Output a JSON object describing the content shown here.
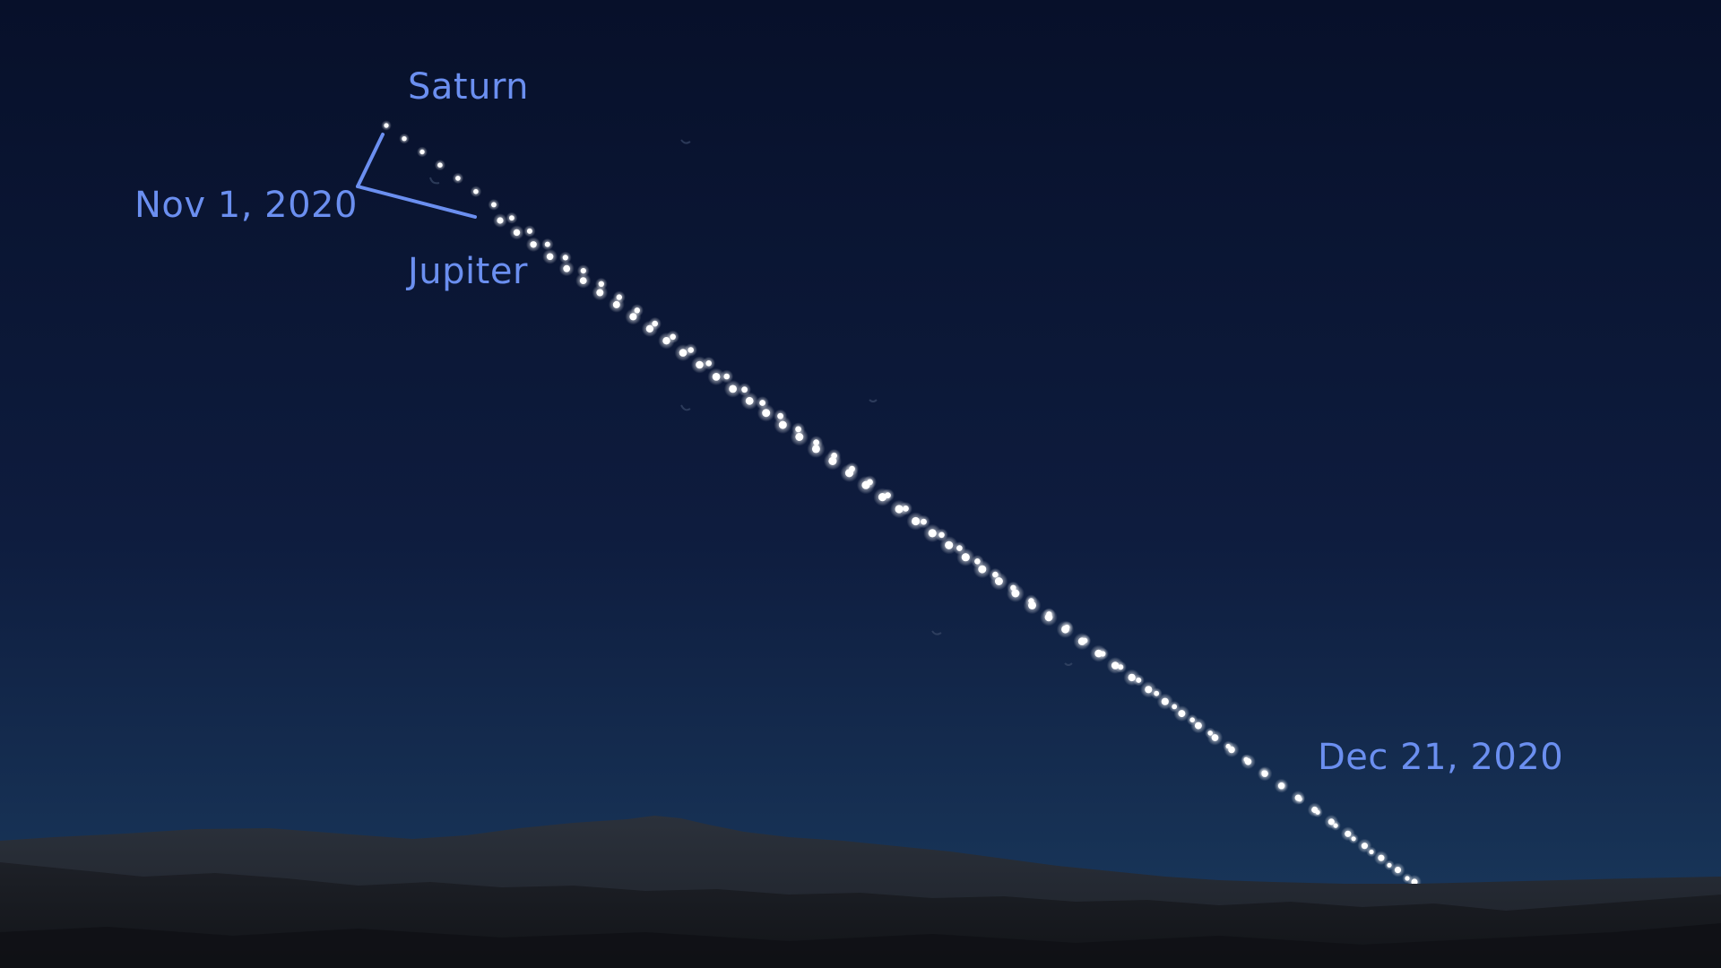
{
  "labels": {
    "saturn": "Saturn",
    "jupiter": "Jupiter",
    "start_date": "Nov 1, 2020",
    "end_date": "Dec 21, 2020"
  },
  "colors": {
    "label": "#6b8ff0",
    "sky_top": "#07102a",
    "sky_mid": "#0e1c3e",
    "sky_horizon": "#1a3a5e",
    "mountains_far": "#232a35",
    "mountains_near": "#161a20",
    "planet": "#ffffff"
  },
  "icons": {
    "pointer": "bracket-pointer-lines",
    "planets": "planet-dots",
    "moons": "faint-crescent-moons"
  }
}
